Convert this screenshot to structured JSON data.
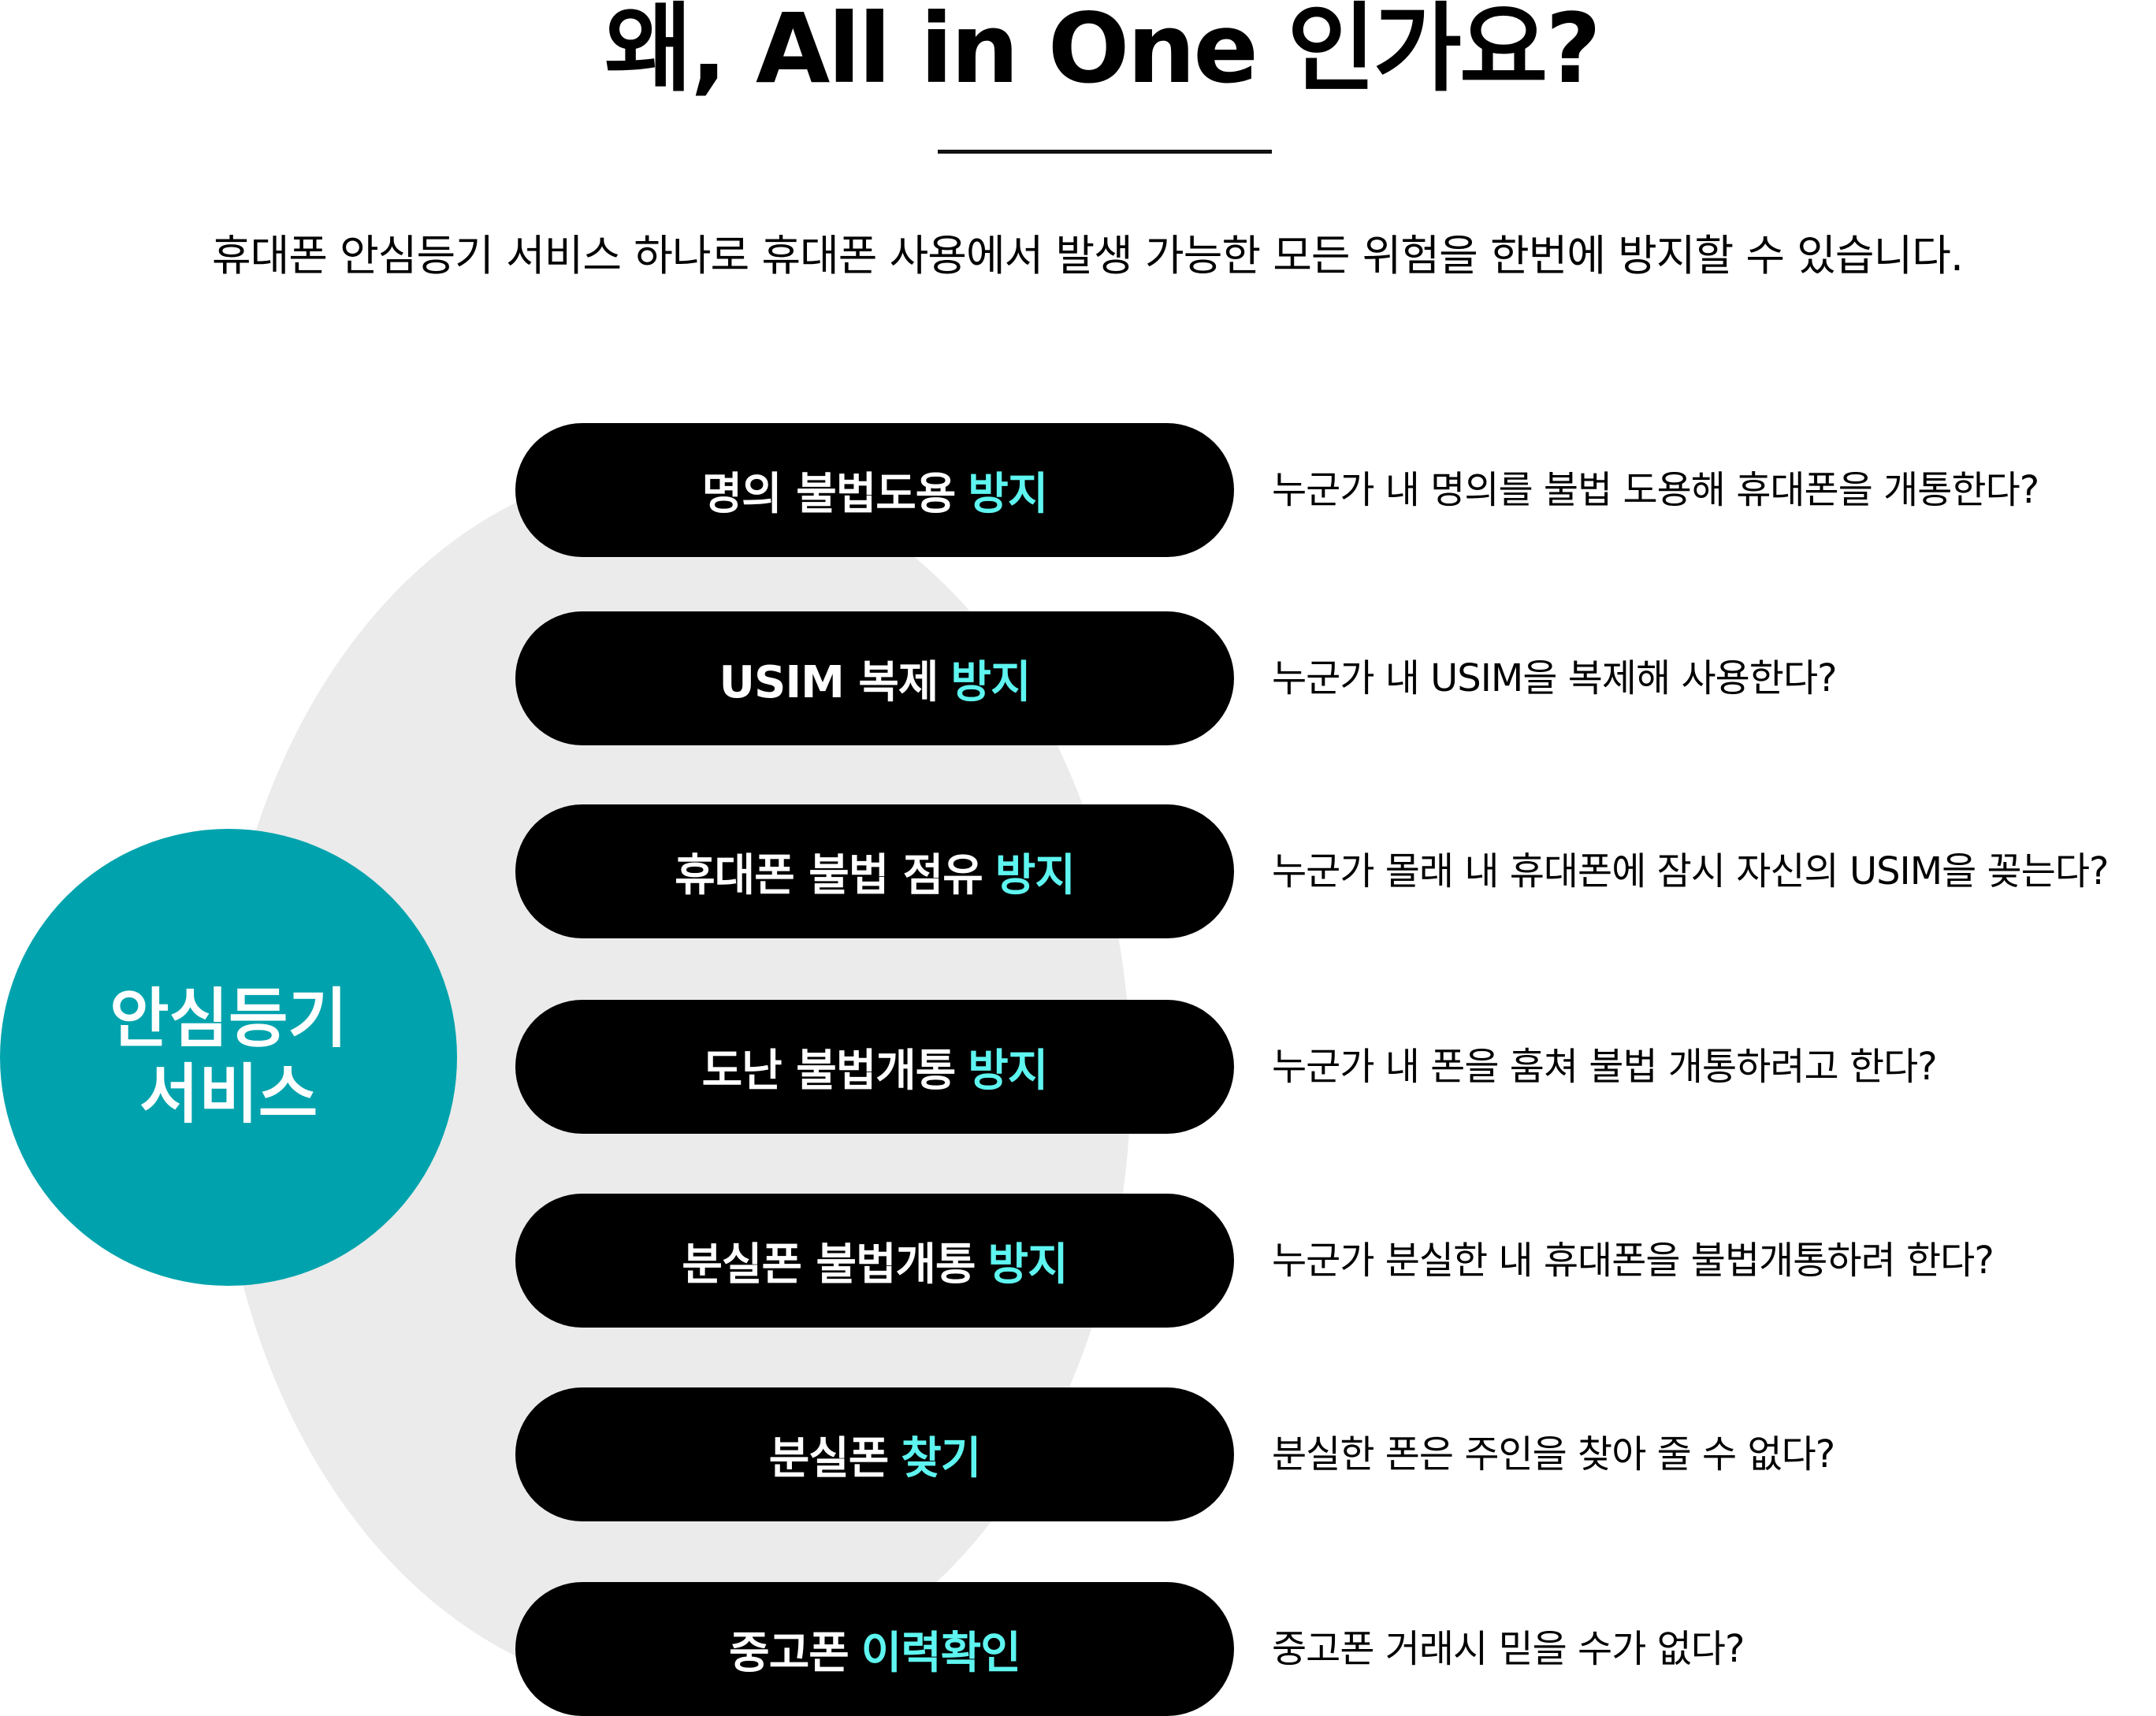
{
  "title": "왜, All in One 인가요?",
  "subtitle": "휴대폰 안심등기 서비스 하나로 휴대폰 사용에서 발생 가능한 모든 위험을 한번에 방지할 수 있습니다.",
  "center": {
    "line1": "안심등기",
    "line2": "서비스"
  },
  "colors": {
    "teal": "#00a3ad",
    "highlight": "#5ef5f0",
    "pill": "#000000",
    "backdrop": "#ebebeb"
  },
  "items": [
    {
      "label": "명의 불법도용",
      "highlight": "방지",
      "question": "누군가 내 명의를 불법 도용해 휴대폰을 개통한다?"
    },
    {
      "label": "USIM 복제",
      "highlight": "방지",
      "question": "누군가 내 USIM을 복제해 사용한다?"
    },
    {
      "label": "휴대폰 불법 점유",
      "highlight": "방지",
      "question": "누군가 몰래 내 휴대폰에 잠시 자신의 USIM을 꽂는다?"
    },
    {
      "label": "도난 불법개통",
      "highlight": "방지",
      "question": "누군가 내 폰을 훔쳐 불법 개통하려고 한다?"
    },
    {
      "label": "분실폰 불법개통",
      "highlight": "방지",
      "question": "누군가 분실한 내 휴대폰을 불법개통하려 한다?"
    },
    {
      "label": "분실폰",
      "highlight": "찾기",
      "question": "분실한 폰은 주인을 찾아 줄 수 없다?"
    },
    {
      "label": "중고폰",
      "highlight": "이력확인",
      "question": "중고폰 거래시 믿을 수가 없다?"
    }
  ]
}
